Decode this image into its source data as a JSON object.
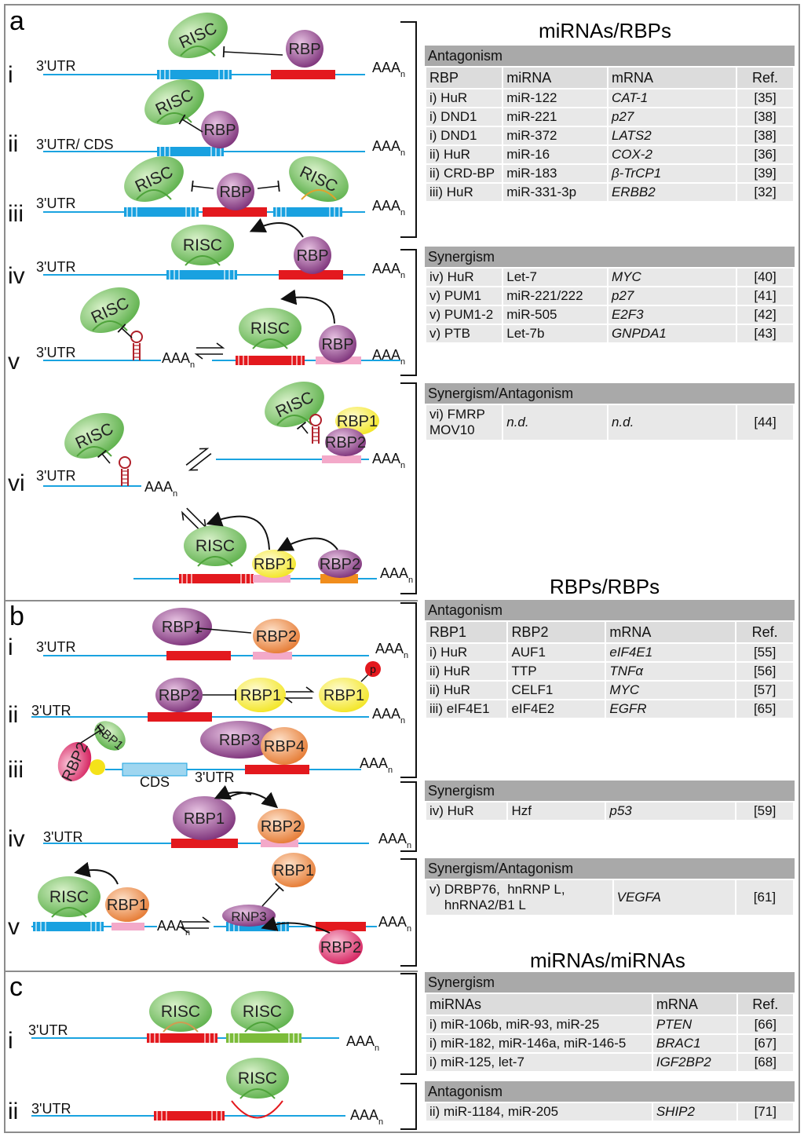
{
  "panel_letters": {
    "a": "a",
    "b": "b",
    "c": "c"
  },
  "section_titles": {
    "mirna_rbp": "miRNAs/RBPs",
    "rbp_rbp": "RBPs/RBPs",
    "mirna_mirna": "miRNAs/miRNAs"
  },
  "labels": {
    "utr": "3'UTR",
    "utr_cds": "3'UTR/ CDS",
    "cds": "CDS",
    "polya": "AAA",
    "polya_sub": "n",
    "risc": "RISC",
    "rbp": "RBP",
    "rbp1": "RBP1",
    "rbp2": "RBP2",
    "rbp3": "RBP3",
    "rbp4": "RBP4",
    "rnp3": "RNP3",
    "phospho": "p",
    "rbp1_tilted": "RBP1"
  },
  "roman": [
    "i",
    "ii",
    "iii",
    "iv",
    "v",
    "vi"
  ],
  "tables": {
    "a_antagonism": {
      "title": "Antagonism",
      "headers": [
        "RBP",
        "miRNA",
        "mRNA",
        "Ref."
      ],
      "rows": [
        [
          "i) HuR",
          "miR-122",
          "CAT-1",
          "[35]"
        ],
        [
          "i) DND1",
          "miR-221",
          "p27",
          "[38]"
        ],
        [
          "i) DND1",
          "miR-372",
          "LATS2",
          "[38]"
        ],
        [
          "ii) HuR",
          "miR-16",
          "COX-2",
          "[36]"
        ],
        [
          "ii) CRD-BP",
          "miR-183",
          "β-TrCP1",
          "[39]"
        ],
        [
          "iii) HuR",
          "miR-331-3p",
          "ERBB2",
          "[32]"
        ]
      ]
    },
    "a_synergism": {
      "title": "Synergism",
      "rows": [
        [
          "iv) HuR",
          "Let-7",
          "MYC",
          "[40]"
        ],
        [
          "v) PUM1",
          "miR-221/222",
          "p27",
          "[41]"
        ],
        [
          "v) PUM1-2",
          "miR-505",
          "E2F3",
          "[42]"
        ],
        [
          "v) PTB",
          "Let-7b",
          "GNPDA1",
          "[43]"
        ]
      ]
    },
    "a_syn_ant": {
      "title": "Synergism/Antagonism",
      "rows": [
        [
          "vi) FMRP\nMOV10",
          "n.d.",
          "n.d.",
          "[44]"
        ]
      ]
    },
    "b_antagonism": {
      "title": "Antagonism",
      "headers": [
        "RBP1",
        "RBP2",
        "mRNA",
        "Ref."
      ],
      "rows": [
        [
          "i) HuR",
          "AUF1",
          "eIF4E1",
          "[55]"
        ],
        [
          "ii) HuR",
          "TTP",
          "TNFα",
          "[56]"
        ],
        [
          "ii) HuR",
          "CELF1",
          "MYC",
          "[57]"
        ],
        [
          "iii) eIF4E1",
          "eIF4E2",
          "EGFR",
          "[65]"
        ]
      ]
    },
    "b_synergism": {
      "title": "Synergism",
      "rows": [
        [
          "iv) HuR",
          "Hzf",
          "p53",
          "[59]"
        ]
      ]
    },
    "b_syn_ant": {
      "title": "Synergism/Antagonism",
      "rows": [
        [
          "v) DRBP76,  hnRNP L,\n    hnRNA2/B1 L",
          "VEGFA",
          "[61]"
        ]
      ]
    },
    "c_synergism": {
      "title": "Synergism",
      "headers": [
        "miRNAs",
        "mRNA",
        "Ref."
      ],
      "rows": [
        [
          "i) miR-106b, miR-93, miR-25",
          "PTEN",
          "[66]"
        ],
        [
          "i) miR-182, miR-146a, miR-146-5",
          "BRAC1",
          "[67]"
        ],
        [
          "i) miR-125, let-7",
          "IGF2BP2",
          "[68]"
        ]
      ]
    },
    "c_antagonism": {
      "title": "Antagonism",
      "rows": [
        [
          "ii) miR-1184, miR-205",
          "SHIP2",
          "[71]"
        ]
      ]
    }
  },
  "colors": {
    "mrna": "#1aa3e0",
    "site_blue": "#19a1e0",
    "site_red": "#e3191e",
    "risc_green": "#7cc46a",
    "rbp_purple": "#8b3f87",
    "rbp_orange": "#e98a4a",
    "rbp_yellow": "#f4ee3a",
    "rbp_pink": "#e0286a",
    "pink_site": "#f3a9c9",
    "header_gray": "#a9a9a9"
  }
}
